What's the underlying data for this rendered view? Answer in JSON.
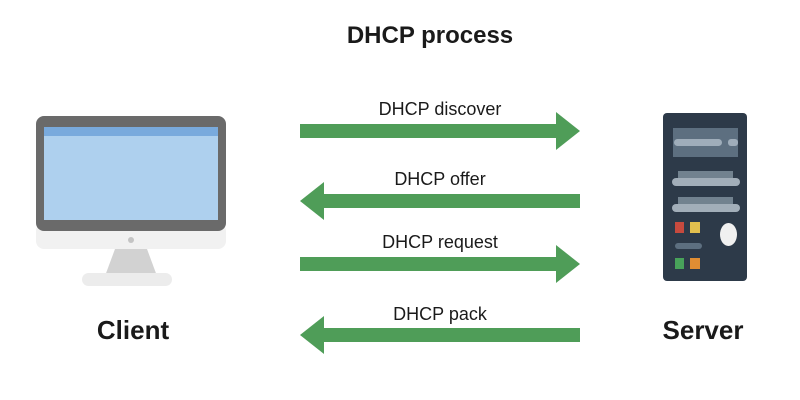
{
  "title": "DHCP process",
  "client": {
    "label": "Client",
    "icon": "desktop-computer-icon"
  },
  "server": {
    "label": "Server",
    "icon": "server-tower-icon"
  },
  "messages": [
    {
      "label": "DHCP discover",
      "direction": "right"
    },
    {
      "label": "DHCP offer",
      "direction": "left"
    },
    {
      "label": "DHCP request",
      "direction": "right"
    },
    {
      "label": "DHCP pack",
      "direction": "left"
    }
  ],
  "colors": {
    "arrow": "#4f9d58",
    "text": "#1a1a1a",
    "client_frame": "#6a6a6a",
    "client_screen": "#aed0ee",
    "client_screen_bar": "#79aadd",
    "client_chin": "#f1f1f1",
    "client_stand": "#d2d2d2",
    "server_body": "#2d3a49",
    "server_panel": "#5d6f80",
    "led_red": "#c74a3e",
    "led_yellow": "#e2bf4e",
    "led_green": "#48a25a",
    "led_orange": "#df8d33"
  }
}
